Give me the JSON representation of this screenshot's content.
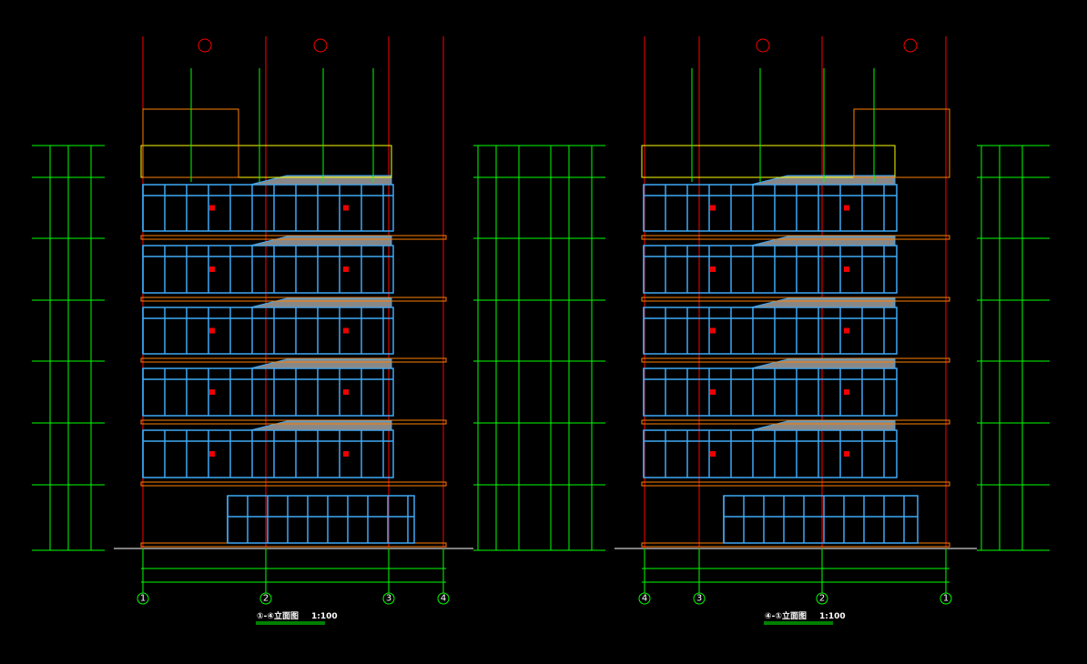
{
  "drawings": [
    {
      "title": "①-④立面图",
      "scale": "1:100",
      "axes": [
        "1",
        "2",
        "3",
        "4"
      ]
    },
    {
      "title": "④-①立面图",
      "scale": "1:100",
      "axes": [
        "4",
        "3",
        "2",
        "1"
      ]
    }
  ],
  "colors": {
    "background": "#000000",
    "glazing": "#3fa9f5",
    "dimension": "#00ff00",
    "axis_line": "#ff0000",
    "slab": "#ff8000",
    "roof": "#ffff00"
  }
}
